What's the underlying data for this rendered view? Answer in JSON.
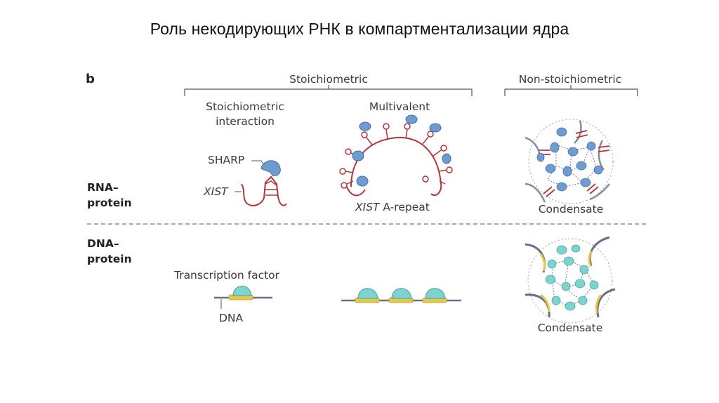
{
  "title": "Роль некодирующих РНК в компартментализации ядра",
  "panel_letter": "b",
  "groups": {
    "stoichiometric": "Stoichiometric",
    "non_stoichiometric": "Non-stoichiometric"
  },
  "columns": {
    "stoich_interaction_line1": "Stoichiometric",
    "stoich_interaction_line2": "interaction",
    "multivalent": "Multivalent"
  },
  "rows": {
    "rna_protein_line1": "RNA–",
    "rna_protein_line2": "protein",
    "dna_protein_line1": "DNA–",
    "dna_protein_line2": "protein"
  },
  "labels": {
    "sharp": "SHARP",
    "xist": "XIST",
    "xist_a_repeat_italic": "XIST",
    "xist_a_repeat_rest": " A-repeat",
    "condensate_rna": "Condensate",
    "transcription_factor": "Transcription factor",
    "dna": "DNA",
    "condensate_dna": "Condensate"
  },
  "colors": {
    "rna": "#b5333c",
    "protein_blue": "#6f9bd1",
    "protein_teal": "#7fd3cf",
    "dna": "#6b6e8a",
    "dna_yellow": "#e8c84a",
    "dotted_outline": "#b0b0b0"
  }
}
